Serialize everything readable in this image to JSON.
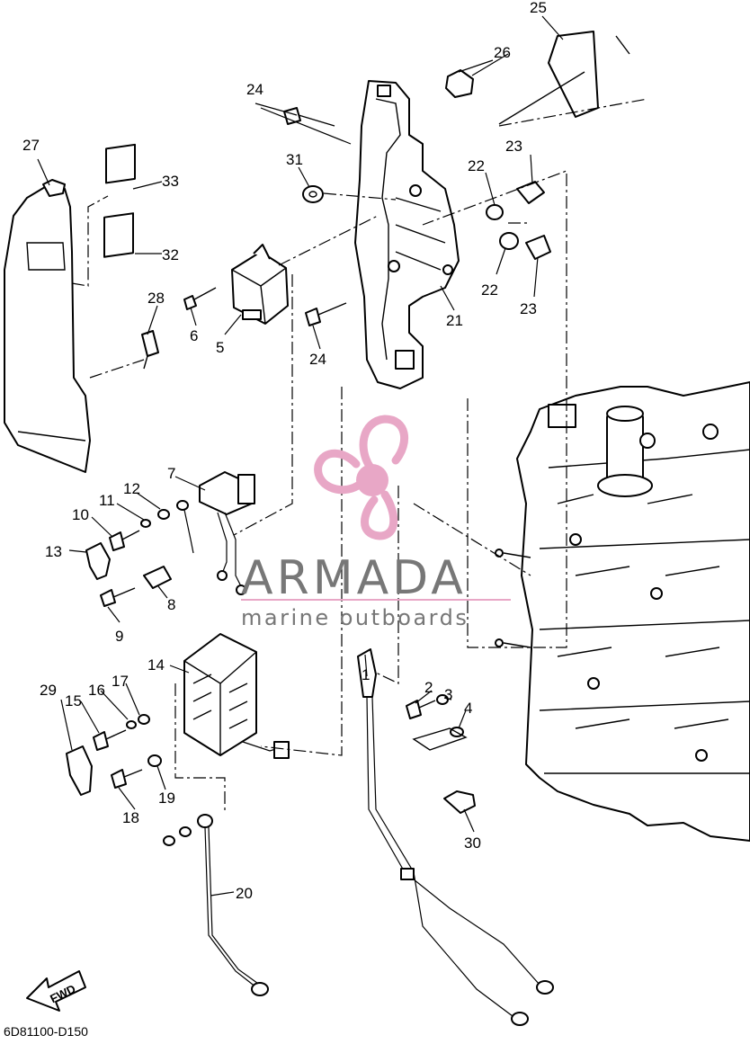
{
  "diagram": {
    "code": "6D81100-D150",
    "direction_label": "FWD",
    "callouts": [
      "1",
      "2",
      "3",
      "4",
      "5",
      "6",
      "7",
      "8",
      "9",
      "10",
      "11",
      "12",
      "13",
      "14",
      "15",
      "16",
      "17",
      "18",
      "19",
      "20",
      "21",
      "22",
      "22",
      "23",
      "23",
      "24",
      "24",
      "25",
      "26",
      "27",
      "28",
      "29",
      "30",
      "31",
      "32",
      "33"
    ]
  },
  "watermark": {
    "brand": "ARMADA",
    "tagline": "marine outboards",
    "colors": {
      "propeller": "#e8a7c6",
      "brand_text": "#777777",
      "rule": "#e8a7c6"
    }
  }
}
